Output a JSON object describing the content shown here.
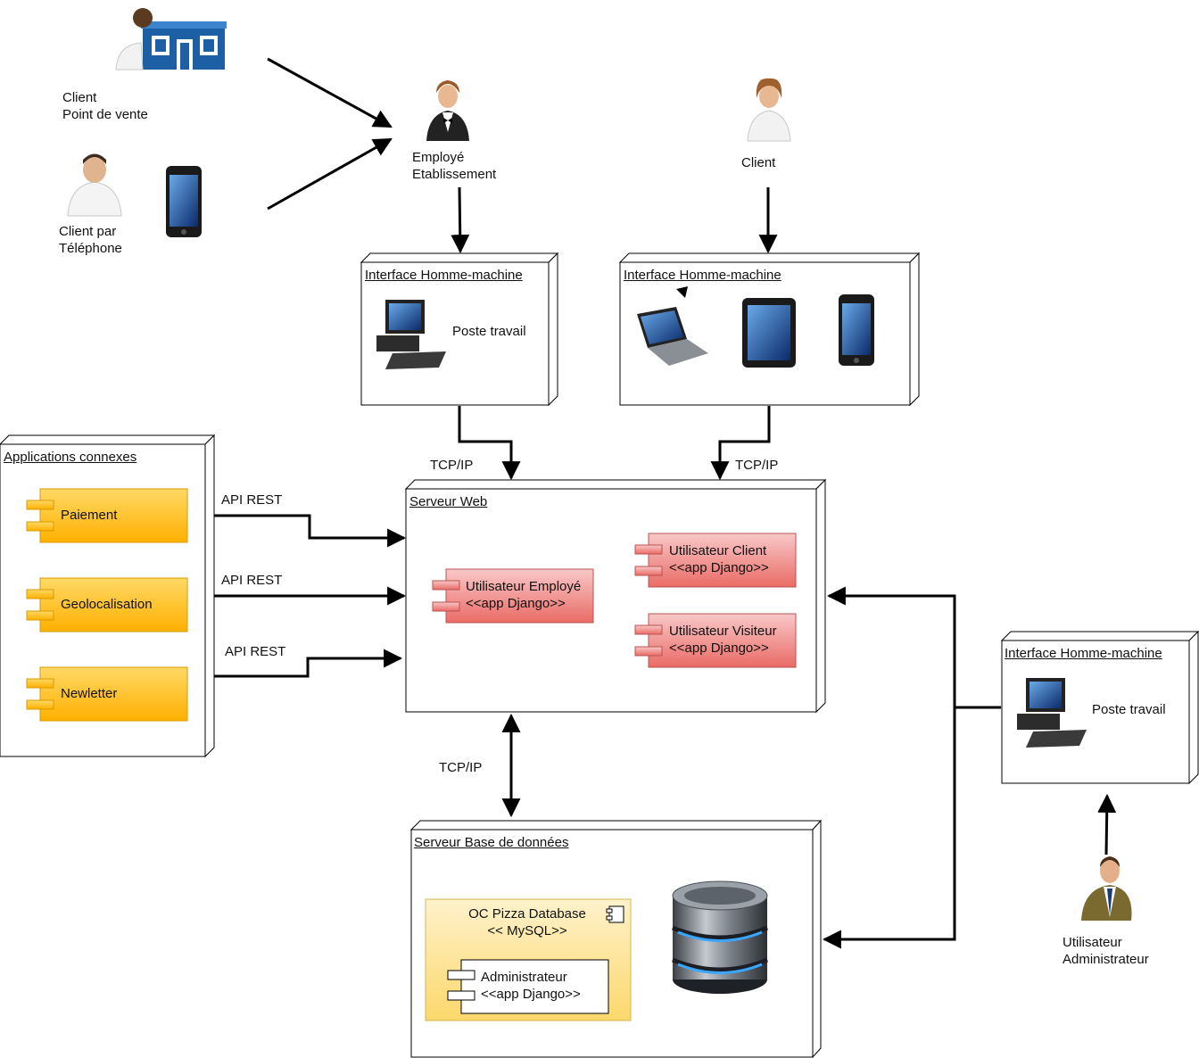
{
  "actors": {
    "client_point_de_vente": [
      "Client",
      "Point de vente"
    ],
    "client_telephone": [
      "Client par",
      "Téléphone"
    ],
    "employe": [
      "Employé",
      "Etablissement"
    ],
    "client": [
      "Client"
    ],
    "admin": [
      "Utilisateur",
      "Administrateur"
    ]
  },
  "nodes": {
    "ihm_employe": {
      "title": "Interface Homme-machine",
      "label": "Poste travail"
    },
    "ihm_client": {
      "title": "Interface Homme-machine"
    },
    "ihm_admin": {
      "title": "Interface Homme-machine",
      "label": "Poste travail"
    },
    "apps": {
      "title": "Applications connexes"
    },
    "web": {
      "title": "Serveur Web"
    },
    "db": {
      "title": "Serveur Base de données"
    }
  },
  "apps": [
    "Paiement",
    "Geolocalisation",
    "Newletter"
  ],
  "web_components": {
    "employe": [
      "Utilisateur Employé",
      "<<app Django>>"
    ],
    "client": [
      "Utilisateur Client",
      "<<app Django>>"
    ],
    "visiteur": [
      "Utilisateur Visiteur",
      "<<app Django>>"
    ]
  },
  "db_component": {
    "title": "OC Pizza Database",
    "stereotype": "<< MySQL>>",
    "admin": [
      "Administrateur",
      "<<app Django>>"
    ]
  },
  "connections": {
    "tcp1": "TCP/IP",
    "tcp2": "TCP/IP",
    "tcp3": "TCP/IP",
    "api1": "API REST",
    "api2": "API REST",
    "api3": "API REST"
  },
  "colors": {
    "orange_top": "#ffd966",
    "orange_bottom": "#ffb000",
    "red_top": "#f8c8c8",
    "red_bottom": "#ea6b66",
    "db_comp_top": "#fff2cc",
    "db_comp_bottom": "#fbd86b"
  }
}
